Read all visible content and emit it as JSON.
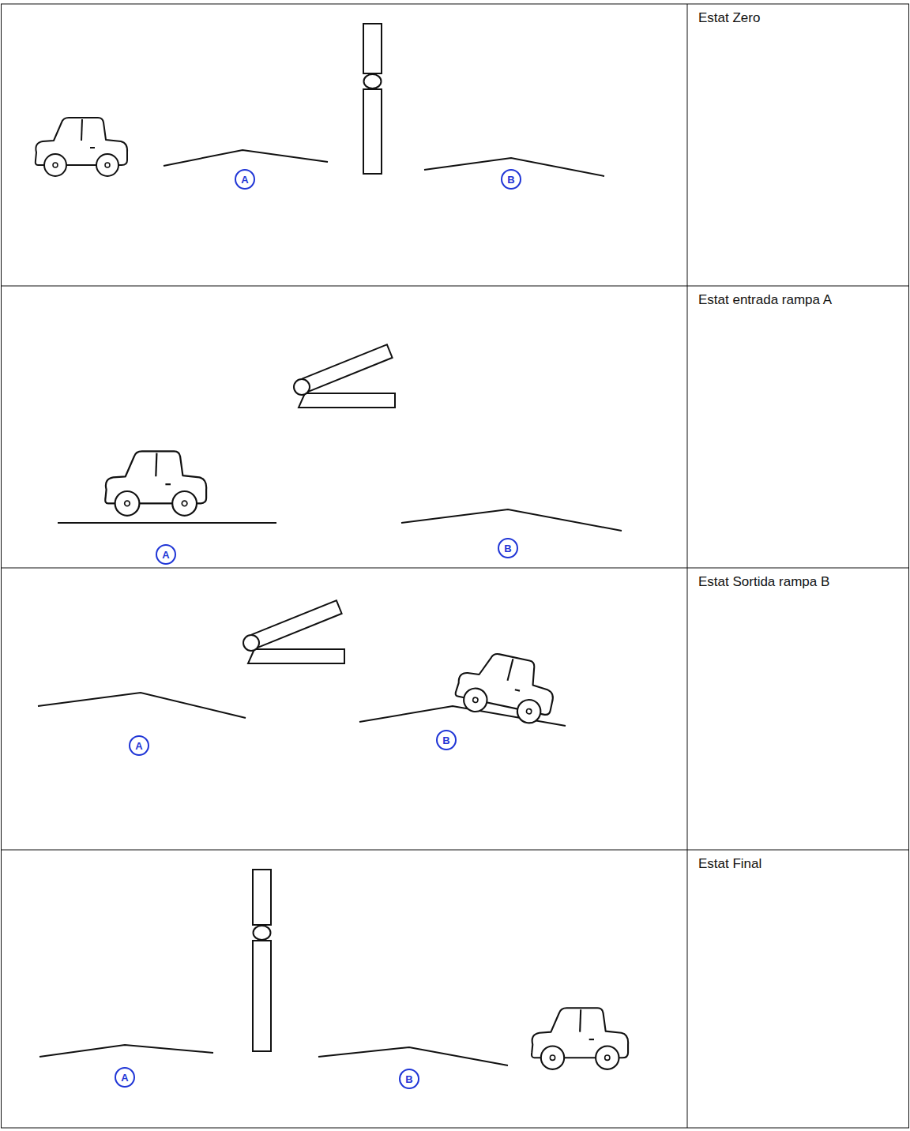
{
  "diagram": {
    "nodes": [
      {
        "text": [
          "A"
        ]
      },
      {
        "text": [
          "B"
        ]
      },
      {
        "text": [
          "A"
        ]
      },
      {
        "text": [
          "B"
        ]
      },
      {
        "text": [
          "A"
        ]
      },
      {
        "text": [
          "B"
        ]
      },
      {
        "text": [
          "A"
        ]
      },
      {
        "text": [
          "B"
        ]
      }
    ],
    "labels": [
      "Estat Zero",
      "Estat entrada rampa A",
      "Estat Sortida rampa B",
      "Estat Final"
    ]
  }
}
